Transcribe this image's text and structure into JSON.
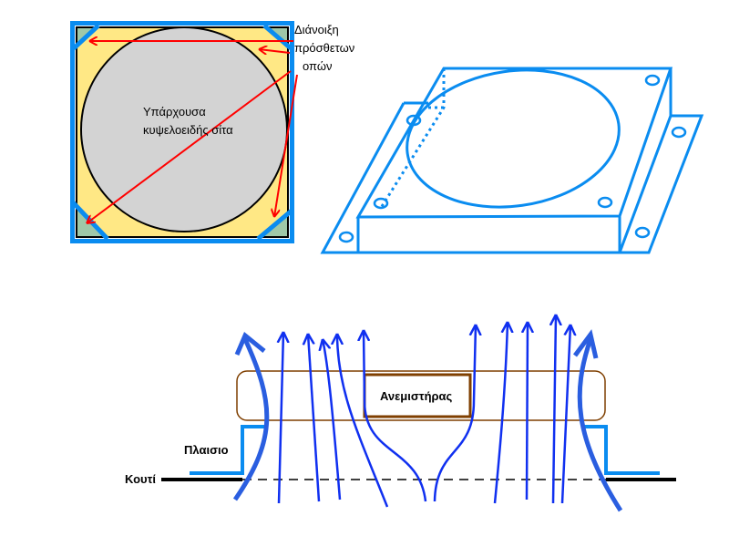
{
  "top_left": {
    "annotation_lines": [
      "Διάνοιξη",
      "πρόσθετων",
      "οπών"
    ],
    "mesh_label_lines": [
      "Υπάρχουσα",
      "κυψελοειδής σίτα"
    ]
  },
  "bottom": {
    "fan_label": "Ανεμιστήρας",
    "frame_label": "Πλαισιο",
    "case_label": "Κουτί"
  },
  "colors": {
    "frame_blue": "#0a8cf0",
    "arrow_red": "#ff0000",
    "airflow_blue": "#1030f0",
    "fan_brown": "#7f3f00",
    "yellow": "#ffe885",
    "mesh_gray": "#d3d3d3",
    "corner_green": "#9fc8a8"
  }
}
